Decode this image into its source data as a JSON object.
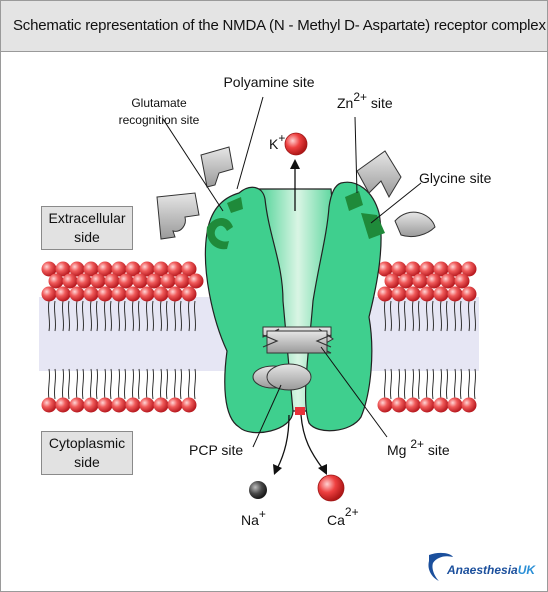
{
  "header": {
    "title": "Schematic representation of the NMDA (N - Methyl D- Aspartate) receptor complex"
  },
  "labels": {
    "polyamine": "Polyamine site",
    "glutamate_line1": "Glutamate",
    "glutamate_line2": "recognition site",
    "zn_base": "Zn",
    "zn_sup": "2+",
    "zn_suffix": " site",
    "k_base": "K",
    "k_sup": "+",
    "glycine": "Glycine site",
    "pcp": "PCP  site",
    "mg_base": "Mg ",
    "mg_sup": "2+",
    "mg_suffix": " site",
    "na_base": "Na",
    "na_sup": "+",
    "ca_base": "Ca",
    "ca_sup": "2+"
  },
  "boxes": {
    "extracellular_line1": "Extracellular",
    "extracellular_line2": "side",
    "cytoplasmic_line1": "Cytoplasmic",
    "cytoplasmic_line2": "side"
  },
  "logo": {
    "name": "Anaesthesia",
    "suffix": "UK"
  },
  "colors": {
    "receptor": "#3fcf8e",
    "receptor_dark": "#1f8a3a",
    "lipid_head": "#e8323a",
    "bilayer_core": "#e6e6f4",
    "ion_red": "#e83a3a",
    "ion_dark": "#3a3a3a",
    "ligand_grey": "#b8b8b8"
  }
}
